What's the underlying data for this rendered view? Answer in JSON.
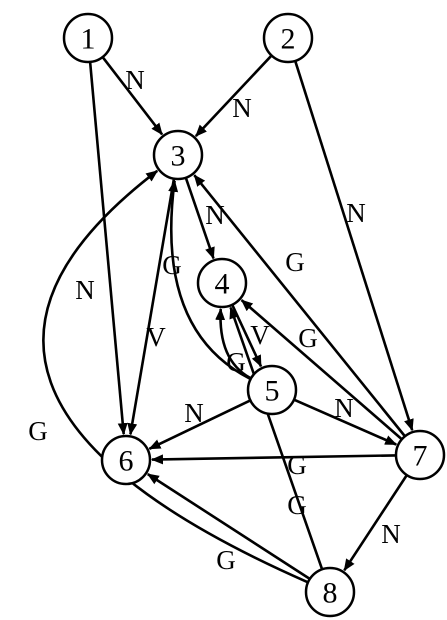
{
  "nodes": [
    {
      "id": "1",
      "label": "1"
    },
    {
      "id": "2",
      "label": "2"
    },
    {
      "id": "3",
      "label": "3"
    },
    {
      "id": "4",
      "label": "4"
    },
    {
      "id": "5",
      "label": "5"
    },
    {
      "id": "6",
      "label": "6"
    },
    {
      "id": "7",
      "label": "7"
    },
    {
      "id": "8",
      "label": "8"
    }
  ],
  "edges": [
    {
      "from": "1",
      "to": "3",
      "label": "N"
    },
    {
      "from": "1",
      "to": "6",
      "label": "N"
    },
    {
      "from": "2",
      "to": "3",
      "label": "N"
    },
    {
      "from": "2",
      "to": "7",
      "label": "N"
    },
    {
      "from": "3",
      "to": "4",
      "label": "N"
    },
    {
      "from": "3",
      "to": "6",
      "label": "V"
    },
    {
      "from": "5",
      "to": "3",
      "label": "G"
    },
    {
      "from": "4",
      "to": "5",
      "label": "V"
    },
    {
      "from": "5",
      "to": "4",
      "label": "G"
    },
    {
      "from": "5",
      "to": "6",
      "label": "N"
    },
    {
      "from": "5",
      "to": "7",
      "label": "N"
    },
    {
      "from": "7",
      "to": "3",
      "label": "G"
    },
    {
      "from": "7",
      "to": "4",
      "label": "G"
    },
    {
      "from": "7",
      "to": "6",
      "label": "G"
    },
    {
      "from": "7",
      "to": "8",
      "label": "N"
    },
    {
      "from": "8",
      "to": "3",
      "label": "G"
    },
    {
      "from": "8",
      "to": "4",
      "label": "G"
    },
    {
      "from": "8",
      "to": "6",
      "label": "G"
    }
  ]
}
